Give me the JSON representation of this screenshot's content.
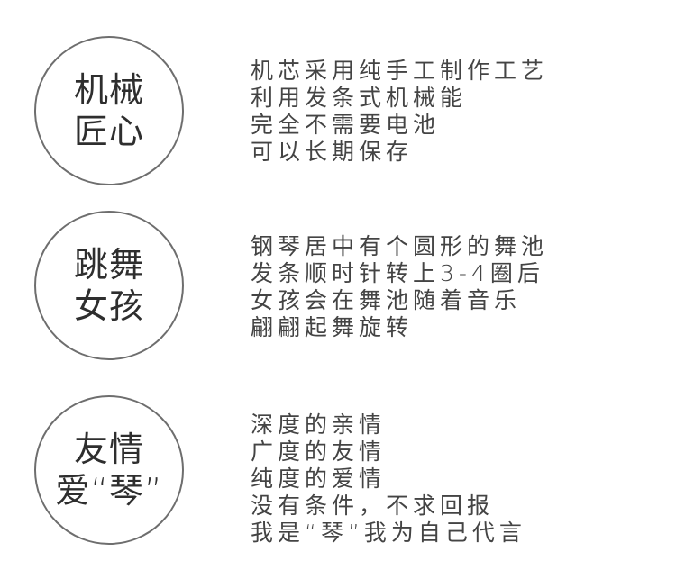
{
  "features": [
    {
      "badge_lines": [
        "机械",
        "匠心"
      ],
      "description_lines": [
        "机芯采用纯手工制作工艺",
        "利用发条式机械能",
        "完全不需要电池",
        "可以长期保存"
      ]
    },
    {
      "badge_lines": [
        "跳舞",
        "女孩"
      ],
      "description_lines": [
        "钢琴居中有个圆形的舞池",
        "发条顺时针转上3-4圈后",
        "女孩会在舞池随着音乐",
        "翩翩起舞旋转"
      ]
    },
    {
      "badge_lines": [
        "友情",
        "爱“琴”"
      ],
      "description_lines": [
        "深度的亲情",
        "广度的友情",
        "纯度的爱情",
        "没有条件，不求回报",
        "我是“琴”我为自己代言"
      ]
    }
  ],
  "colors": {
    "circle_border": "#6e6e6e",
    "text": "#444444",
    "background": "#ffffff"
  }
}
